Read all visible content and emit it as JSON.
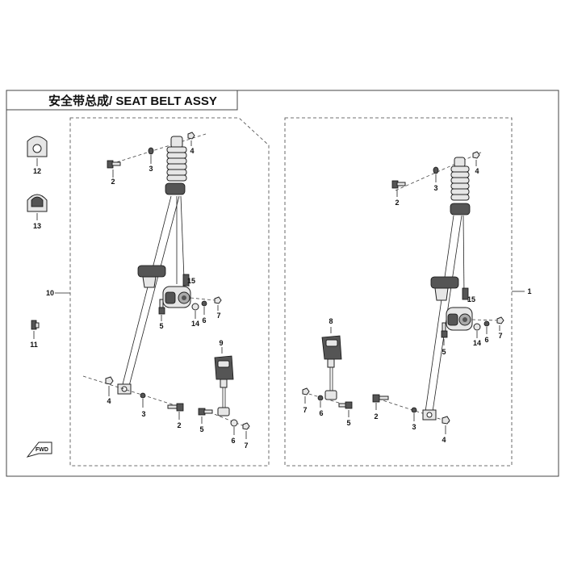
{
  "title": "安全带总成/ SEAT BELT ASSY",
  "callouts": {
    "c12": "12",
    "c13": "13",
    "c10": "10",
    "c11": "11",
    "l2a": "2",
    "l3a": "3",
    "l4a": "4",
    "l15": "15",
    "l14": "14",
    "l6a": "6",
    "l7a": "7",
    "l5a": "5",
    "l9": "9",
    "l4b": "4",
    "l3b": "3",
    "l2b": "2",
    "l5b": "5",
    "l6b": "6",
    "l7b": "7",
    "r2a": "2",
    "r3a": "3",
    "r4a": "4",
    "r1": "1",
    "r15": "15",
    "r5a": "5",
    "r14": "14",
    "r6": "6",
    "r7a": "7",
    "r8": "8",
    "r7b": "7",
    "r6b": "6",
    "r5b": "5",
    "r2b": "2",
    "r3b": "3",
    "r4b": "4"
  },
  "front_badge": "FWD"
}
